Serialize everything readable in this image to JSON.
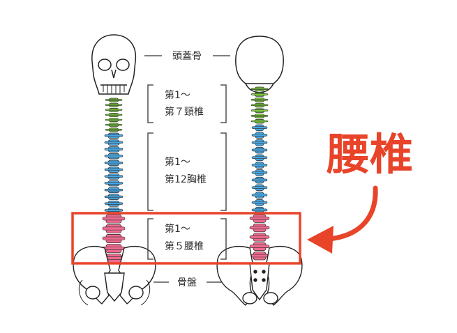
{
  "labels": {
    "skull": "頭蓋骨",
    "cervical_line1": "第1〜",
    "cervical_line2": "第７頸椎",
    "thoracic_line1": "第1〜",
    "thoracic_line2": "第12胸椎",
    "lumbar_line1": "第1〜",
    "lumbar_line2": "第５腰椎",
    "pelvis": "骨盤"
  },
  "callout": {
    "text": "腰椎"
  },
  "colors": {
    "cervical": "#7fcf3f",
    "thoracic": "#4aa6e0",
    "lumbar": "#ee6a8e",
    "highlight": "#e8442a",
    "bone_outline": "#222222",
    "bracket": "#333333"
  }
}
